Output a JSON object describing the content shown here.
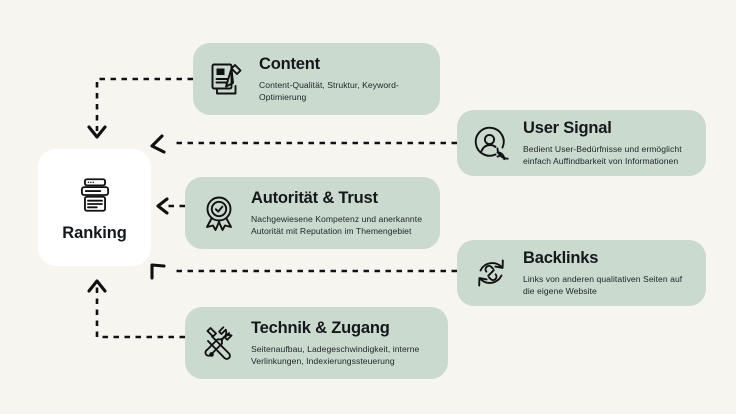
{
  "diagram": {
    "title": "Ranking-Faktoren Diagramm",
    "background_color": "#f7f5f0",
    "card_color": "#cbdacf",
    "node_color": "#ffffff",
    "connector_color": "#111111"
  },
  "center": {
    "label": "Ranking",
    "icon": "search-results-ranking-icon"
  },
  "cards": [
    {
      "id": "content",
      "title": "Content",
      "description": "Content-Qualität, Struktur, Keyword-Optimierung",
      "icon": "document-pencil-icon"
    },
    {
      "id": "user-signal",
      "title": "User Signal",
      "description": "Bedient User-Bedürfnisse und ermöglicht einfach Auffindbarkeit von Informationen",
      "icon": "user-signal-icon"
    },
    {
      "id": "autoritaet-trust",
      "title": "Autorität & Trust",
      "description": "Nachgewiesene Kompetenz und anerkannte Autorität mit Reputation im Themengebiet",
      "icon": "award-badge-check-icon"
    },
    {
      "id": "backlinks",
      "title": "Backlinks",
      "description": "Links von anderen qualitativen Seiten auf die eigene Website",
      "icon": "link-refresh-icon"
    },
    {
      "id": "technik-zugang",
      "title": "Technik & Zugang",
      "description": "Seitenaufbau, Ladegeschwindigkeit, interne Verlinkungen, Indexierungssteuerung",
      "icon": "wrench-screwdriver-icon"
    }
  ],
  "connectors": [
    {
      "id": "content-to-ranking",
      "from": "content",
      "to": "ranking",
      "style": "dashed",
      "arrow": "down"
    },
    {
      "id": "user-signal-to-ranking",
      "from": "user-signal",
      "to": "ranking",
      "style": "dashed",
      "arrow": "down-left"
    },
    {
      "id": "autoritaet-to-ranking",
      "from": "autoritaet-trust",
      "to": "ranking",
      "style": "dashed",
      "arrow": "left"
    },
    {
      "id": "backlinks-to-ranking",
      "from": "backlinks",
      "to": "ranking",
      "style": "dashed",
      "arrow": "up-left"
    },
    {
      "id": "technik-to-ranking",
      "from": "technik-zugang",
      "to": "ranking",
      "style": "dashed",
      "arrow": "up"
    }
  ]
}
